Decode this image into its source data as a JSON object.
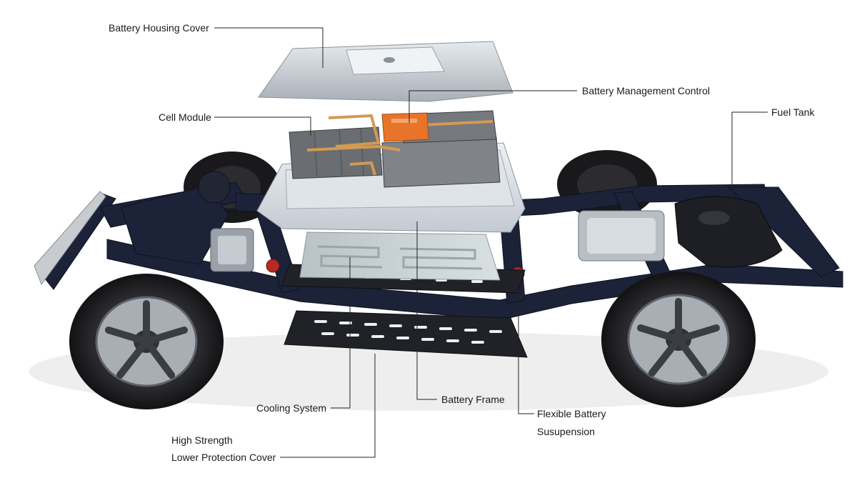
{
  "labels": {
    "battery_housing_cover": "Battery Housing Cover",
    "battery_management_control": "Battery Management Control",
    "cell_module": "Cell Module",
    "fuel_tank": "Fuel Tank",
    "cooling_system": "Cooling System",
    "battery_frame": "Battery Frame",
    "flexible_battery_line1": "Flexible Battery",
    "flexible_battery_line2": "Susupension",
    "high_strength_line1": "High Strength",
    "high_strength_line2": "Lower Protection Cover"
  },
  "colors": {
    "frame": "#1c2238",
    "tire": "#1b1b1e",
    "rim": "#a9aeb4",
    "battery_tray": "#d7dde3",
    "cover": "#c6ccd2",
    "orange": "#e8742a",
    "copper": "#d39a52",
    "cell": "#6d6f73",
    "leader": "#222222"
  }
}
